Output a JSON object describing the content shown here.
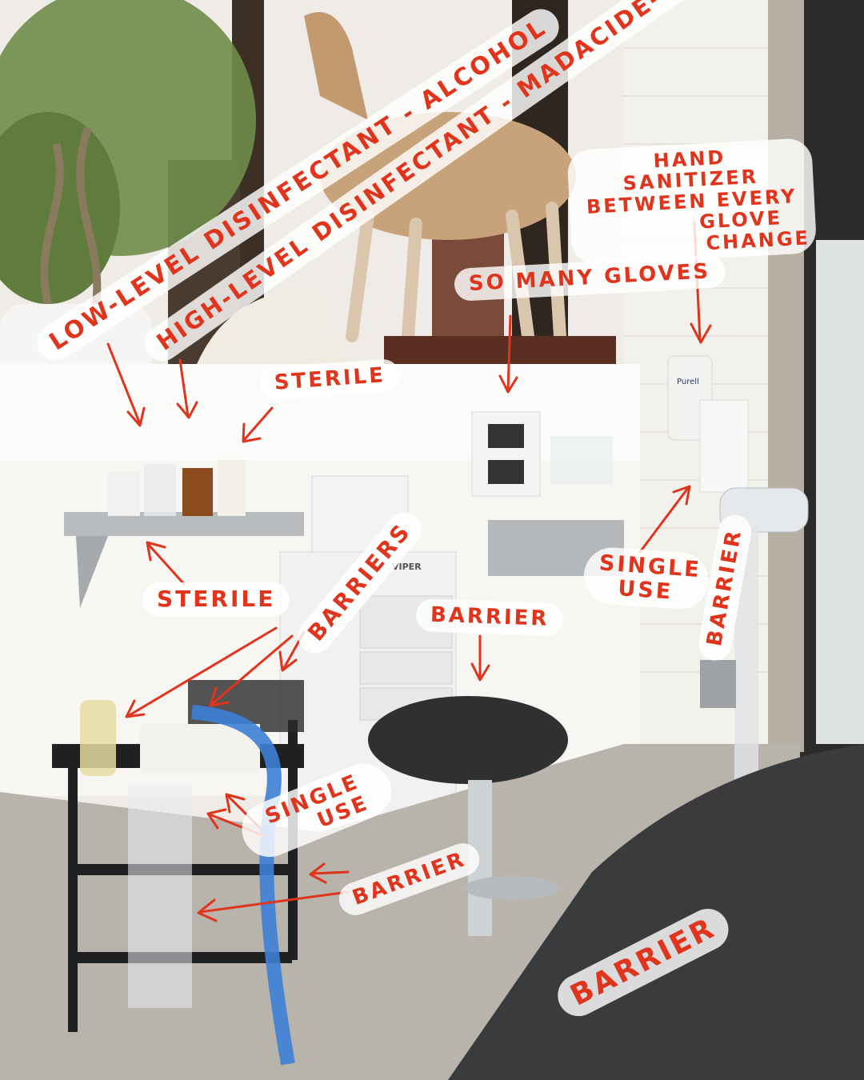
{
  "annotations": {
    "low_level": "LOW-LEVEL DISINFECTANT - ALCOHOL",
    "high_level": "HIGH-LEVEL DISINFECTANT - MADACIDE-FD",
    "hand_sanitizer_line1": "HAND SANITIZER",
    "hand_sanitizer_line2": "BETWEEN EVERY",
    "hand_sanitizer_line3": "GLOVE",
    "hand_sanitizer_line4": "CHANGE",
    "so_many_gloves": "SO MANY GLOVES",
    "sterile_counter": "STERILE",
    "sterile_shelf": "STERILE",
    "barriers": "BARRIERS",
    "barrier_stool": "BARRIER",
    "single_use_towel_line1": "SINGLE",
    "single_use_towel_line2": "USE",
    "barrier_lamp": "BARRIER",
    "single_use_cart_line1": "SINGLE",
    "single_use_cart_line2": "USE",
    "barrier_cart": "BARRIER",
    "barrier_table": "BARRIER"
  },
  "photo": {
    "dispenser_brand": "Purell",
    "cabinet_brand": "VIPER"
  },
  "colors": {
    "annotation_red": "#e0341c",
    "wall_white": "#f4f2ee",
    "floor_concrete": "#b9b4ac",
    "table_cover": "#3a3b3d",
    "barrier_blue": "#3d7fd6"
  }
}
